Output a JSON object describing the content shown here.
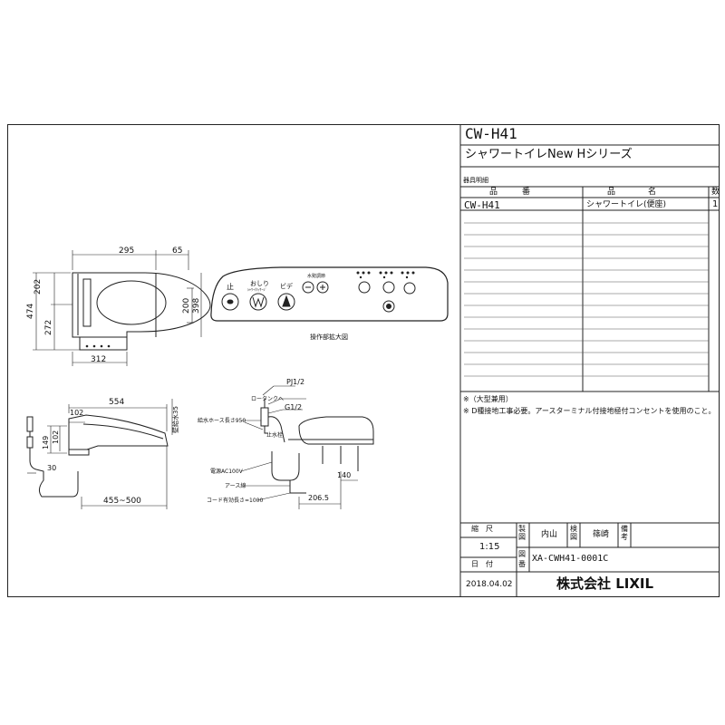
{
  "title_block": {
    "model": "CW-H41",
    "series": "シャワートイレNew Hシリーズ",
    "parts_header": "器具明細",
    "col_part_number": "品　　　番",
    "col_part_name": "品　　　　名",
    "col_qty": "数",
    "row1_number": "CW-H41",
    "row1_name": "シャワートイレ(便座)",
    "row1_qty": "1",
    "note1": "※（大型兼用）",
    "note2": "※ D種接地工事必要。アースターミナル付接地極付コンセントを使用のこと。",
    "scale_label": "縮　尺",
    "scale_value": "1:15",
    "date_label": "日　付",
    "date_value": "2018.04.02",
    "drafter_label": "製図",
    "drafter_value": "内山",
    "checker_label": "検図",
    "checker_value": "篠崎",
    "remarks_label": "備考",
    "drawing_no_label": "図番",
    "drawing_no_value": "XA-CWH41-0001C",
    "company": "株式会社 LIXIL"
  },
  "top_view": {
    "dim_295": "295",
    "dim_65": "65",
    "dim_202": "202",
    "dim_474": "474",
    "dim_272": "272",
    "dim_200": "200",
    "dim_398": "398",
    "dim_312": "312"
  },
  "panel": {
    "stop": "止",
    "oshiri": "おしり",
    "oshiri_sub": "ｼｬﾜｰ/ﾏｯｻｰｼﾞ",
    "bidet": "ビデ",
    "pressure": "水勢調節",
    "caption": "操作部拡大図"
  },
  "side_view": {
    "dim_554": "554",
    "dim_102": "102",
    "dim_149": "149",
    "dim_30": "30",
    "dim_range": "455~500",
    "wall_label": "壁給水35"
  },
  "install": {
    "pj": "PJ1/2",
    "low_tank": "ロータンクへ",
    "g12": "G1/2",
    "hose": "給水ホース長さ950",
    "stop_valve": "止水栓",
    "power": "電源AC100V",
    "earth": "アース線",
    "cord": "コード有効長さ=1000",
    "dim_206": "206.5",
    "dim_140": "140"
  }
}
